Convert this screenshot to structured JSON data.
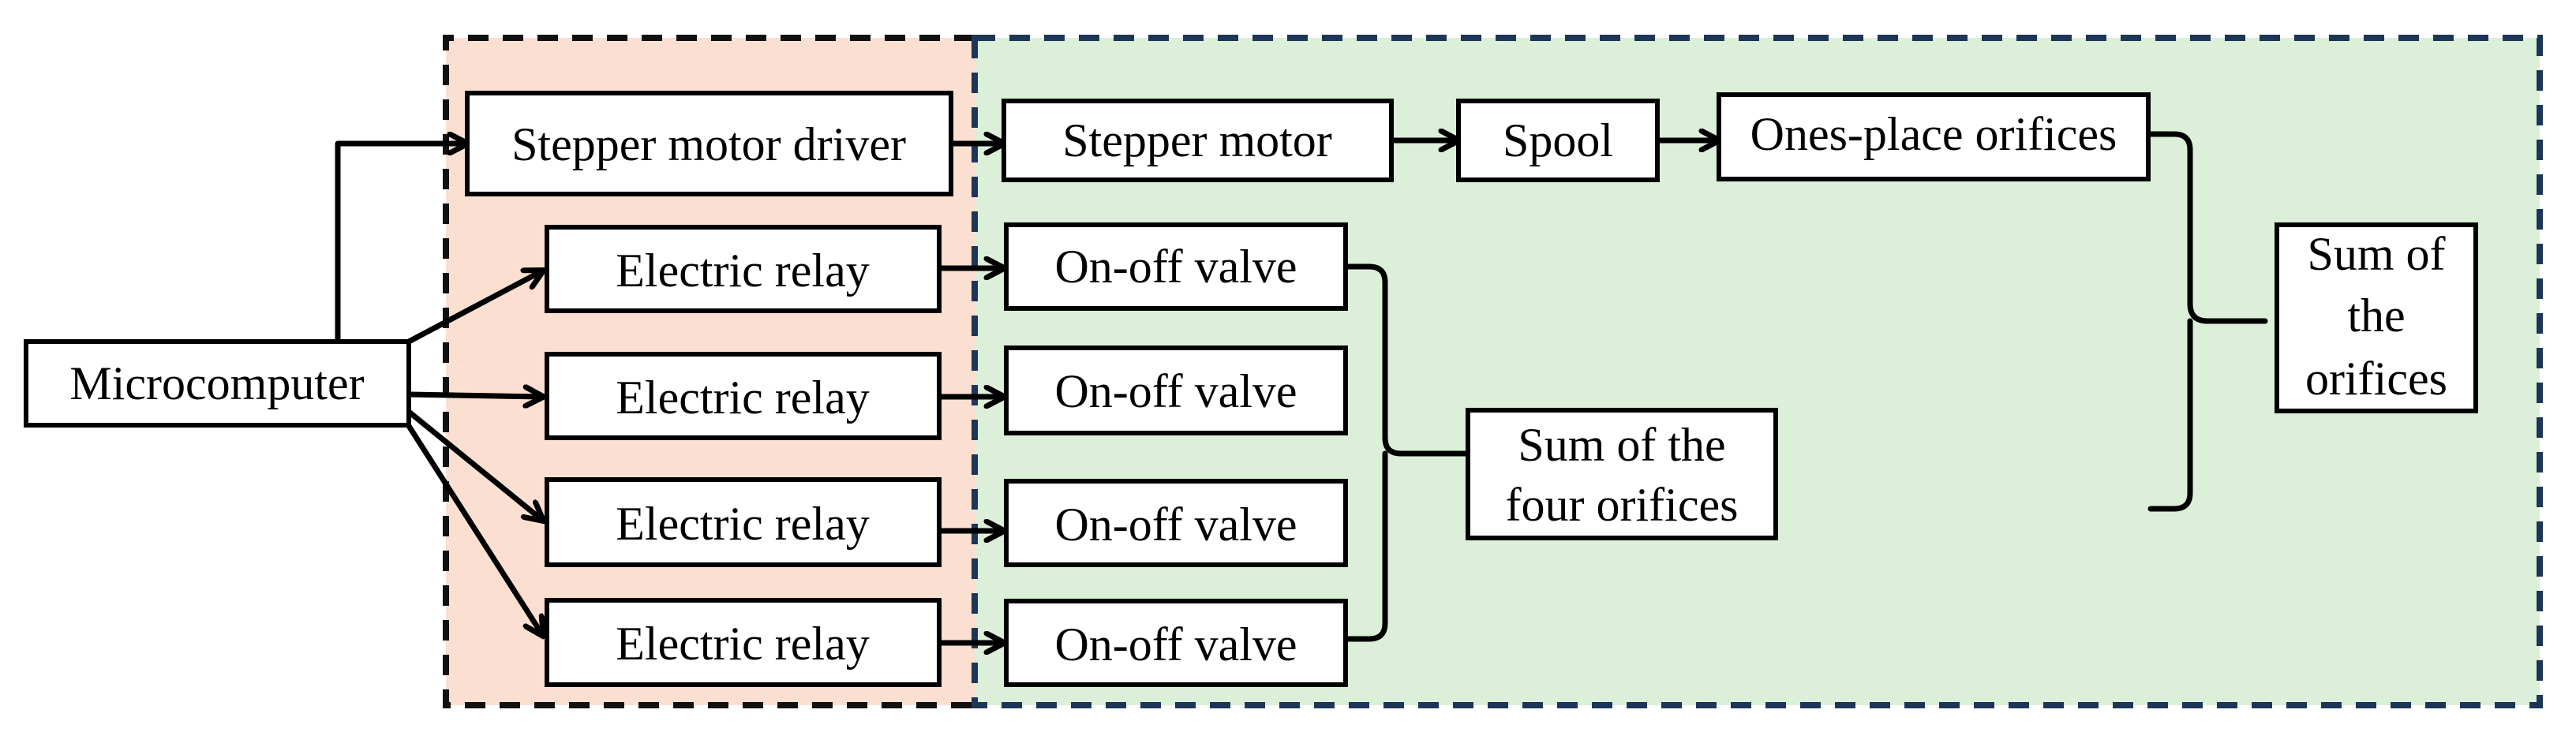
{
  "colors": {
    "control_region": "#fbe0d2",
    "hydraulic_region": "#dcefd9",
    "control_border": "#111111",
    "hydraulic_border": "#1d3557",
    "box_fill": "#ffffff",
    "line": "#000000"
  },
  "nodes": {
    "microcomputer": "Microcomputer",
    "stepper_motor_driver": "Stepper motor driver",
    "stepper_motor": "Stepper motor",
    "spool": "Spool",
    "ones_place_orifices": "Ones-place orifices",
    "relay_1": "Electric relay",
    "relay_2": "Electric relay",
    "relay_3": "Electric relay",
    "relay_4": "Electric relay",
    "valve_1": "On-off valve",
    "valve_2": "On-off valve",
    "valve_3": "On-off valve",
    "valve_4": "On-off valve",
    "sum_four": [
      "Sum of the",
      "four orifices"
    ],
    "sum_all": [
      "Sum of",
      "the",
      "orifices"
    ]
  }
}
